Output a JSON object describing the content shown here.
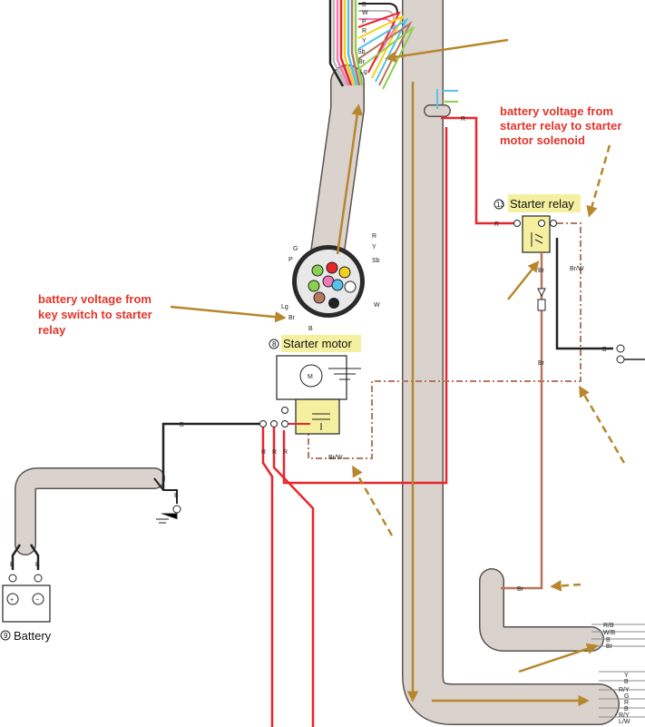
{
  "annotations": {
    "relay_to_solenoid": [
      "battery voltage from",
      "starter relay to starter",
      "motor solenoid"
    ],
    "key_to_relay": [
      "battery voltage from",
      "key switch to starter",
      "relay"
    ]
  },
  "components": {
    "starter_relay": {
      "number": "13",
      "name": "Starter relay"
    },
    "starter_motor": {
      "number": "8",
      "name": "Starter motor"
    },
    "battery": {
      "number": "9",
      "name": "Battery",
      "pos": "+",
      "neg": "−"
    }
  },
  "top_bundle_labels": [
    "B",
    "W",
    "P",
    "R",
    "Y",
    "Sb",
    "Br",
    "Lg"
  ],
  "key_switch": {
    "terminals": {
      "G": "G",
      "P": "P",
      "Lg": "Lg",
      "Br": "Br",
      "B": "B",
      "R": "R",
      "Y": "Y",
      "Sb": "Sb",
      "W": "W"
    }
  },
  "wire_labels": {
    "relay_in": "R",
    "relay_out": "Br/W",
    "relay_br_top": "Br",
    "relay_br_low": "Br",
    "relay_ground": "B",
    "motor_feed": "B",
    "motor_r1": "R",
    "motor_r2": "R",
    "motor_r3": "R",
    "motor_brw": "Br/W",
    "battery_b": "B",
    "battery_pos": "B",
    "battery_neg": "B",
    "bottom_br": "Br",
    "top_r": "R"
  },
  "bottom_connector_labels": [
    "R/B",
    "W/B",
    "B",
    "Br",
    "Y",
    "B",
    "R/Y",
    "G",
    "R",
    "B",
    "R/Y",
    "L/W"
  ],
  "colors": {
    "annotation": "#e0352b",
    "arrow": "#b8862b",
    "loom": "#d9d2cd",
    "wire_red": "#e8262b",
    "wire_brown": "#b5775e",
    "highlight": "#f5f0a0"
  }
}
